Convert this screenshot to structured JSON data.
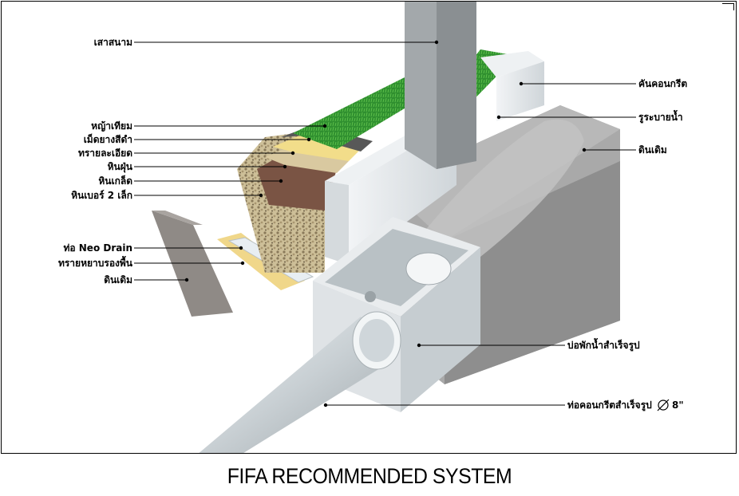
{
  "caption": "FIFA RECOMMENDED SYSTEM",
  "labels": {
    "pole": "เสาสนาม",
    "artificial_grass": "หญ้าเทียม",
    "rubber_granules": "เม็ดยางสีดำ",
    "fine_sand": "ทรายละเอียด",
    "stone_dust": "หินฝุ่น",
    "crushed_stone": "หินเกล็ด",
    "no2_small_stone": "หินเบอร์ 2 เล็ก",
    "neo_drain_pipe": "ท่อ Neo Drain",
    "bedding_sand": "ทรายหยาบรองพื้น",
    "native_soil_left": "ดินเดิม",
    "concrete_curb": "คันคอนกรีต",
    "drain_hole": "รูระบายน้ำ",
    "native_soil_right": "ดินเดิม",
    "precast_catch_basin": "บ่อพักน้ำสำเร็จรูป",
    "precast_concrete_pipe": "ท่อคอนกรีตสำเร็จรูป",
    "pipe_size": "8\""
  },
  "colors": {
    "grass": "#2e8b2e",
    "concrete": "#d9dde0",
    "soil": "#9a9a9a",
    "sand": "#f0d890",
    "crushed_stone": "#7a5a48",
    "gravel": "#c8b890"
  }
}
